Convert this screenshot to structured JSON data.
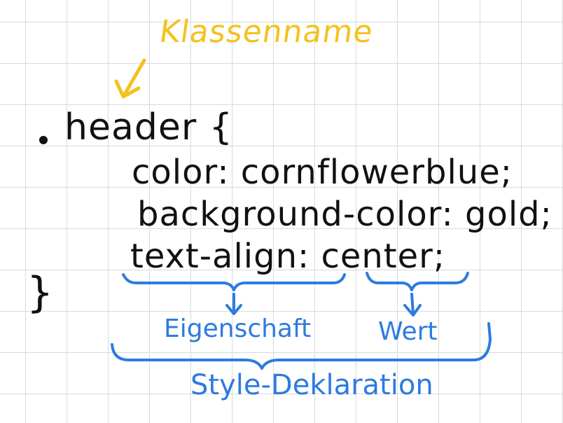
{
  "annotations": {
    "class_name": "Klassenname",
    "property": "Eigenschaft",
    "value": "Wert",
    "style_declaration": "Style-Deklaration"
  },
  "code": {
    "selector": "header",
    "open_brace": "{",
    "close_brace": "}",
    "declarations": [
      {
        "text": "color: cornflowerblue;"
      },
      {
        "text": "background-color: gold;"
      },
      {
        "text": "text-align: center;"
      }
    ]
  },
  "colors": {
    "code": "#111111",
    "class_annotation": "#f4c21d",
    "declaration_annotation": "#2d7be0",
    "grid": "#d9d9d9"
  }
}
